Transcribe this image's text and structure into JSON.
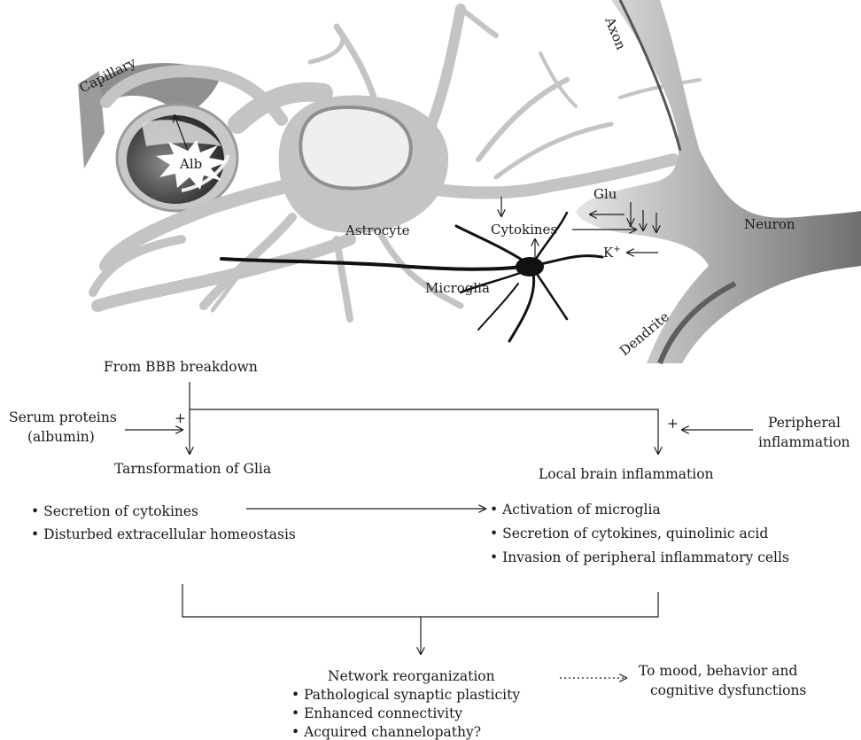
{
  "illustration": {
    "capillary": "Capillary",
    "alb": "Alb",
    "axon": "Axon",
    "astrocyte": "Astrocyte",
    "glu": "Glu",
    "cytokines": "Cytokines",
    "neuron": "Neuron",
    "k_plus": "K",
    "k_plus_sup": "+",
    "microglia": "Microglia",
    "dendrite": "Dendrite"
  },
  "flow": {
    "source": "From BBB breakdown",
    "serum_line1": "Serum proteins",
    "serum_line2": "(albumin)",
    "plus": "+",
    "peripheral_line1": "Peripheral",
    "peripheral_line2": "inflammation",
    "glia_title": "Tarnsformation of Glia",
    "glia_items": [
      "• Secretion of cytokines",
      "• Disturbed extracellular homeostasis"
    ],
    "local_title": "Local brain inflammation",
    "local_items": [
      "• Activation of microglia",
      "• Secretion of cytokines, quinolinic acid",
      "• Invasion of peripheral inflammatory cells"
    ],
    "network_title": "Network reorganization",
    "network_items": [
      "• Pathological synaptic plasticity",
      "• Enhanced connectivity",
      "• Acquired channelopathy?"
    ],
    "outcome_line1": "To mood, behavior and",
    "outcome_line2": "cognitive dysfunctions"
  }
}
